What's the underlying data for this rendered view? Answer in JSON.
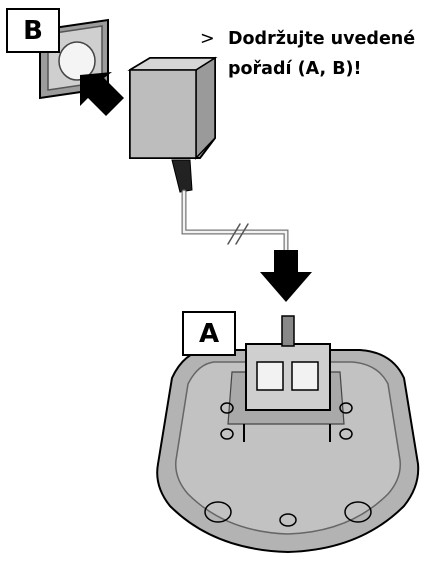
{
  "labels": {
    "power_socket": "B",
    "base_connector": "A"
  },
  "instruction": {
    "marker": ">",
    "text": "Dodržujte uvedené pořadí (A, B)!"
  },
  "colors": {
    "device_fill": "#b3b3b3",
    "device_light": "#cfcfcf",
    "outline": "#000000"
  },
  "icons": {
    "arrow_to_socket": "arrow-icon",
    "arrow_to_base": "arrow-down-icon"
  }
}
